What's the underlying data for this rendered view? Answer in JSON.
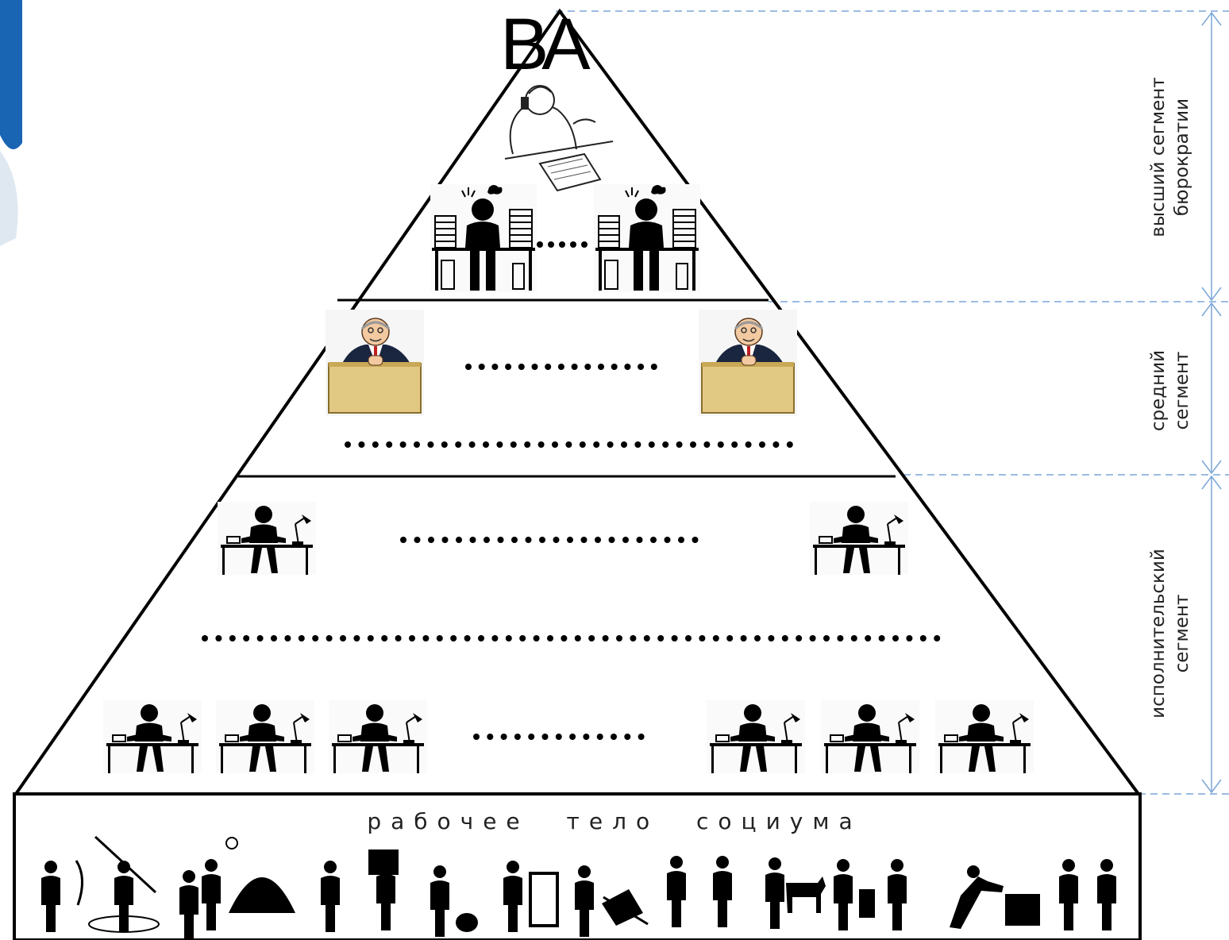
{
  "title": "ВА",
  "segments": {
    "upper": {
      "line1": "высший сегмент",
      "line2": "бюрократии"
    },
    "middle": {
      "line1": "средний",
      "line2": "сегмент"
    },
    "executive": {
      "line1": "исполнительский",
      "line2": "сегмент"
    }
  },
  "base_label": "рабочее тело социума",
  "colors": {
    "outline": "#000000",
    "guide": "#7aa6d8",
    "desk": "#e2c983",
    "corner": "#1a64b4"
  },
  "icons": {
    "top": "boss-on-phone-icon",
    "upper": "clerk-with-papers-icon",
    "middle": "manager-at-desk-icon",
    "executive": "office-worker-icon",
    "base": "worker-icon"
  }
}
